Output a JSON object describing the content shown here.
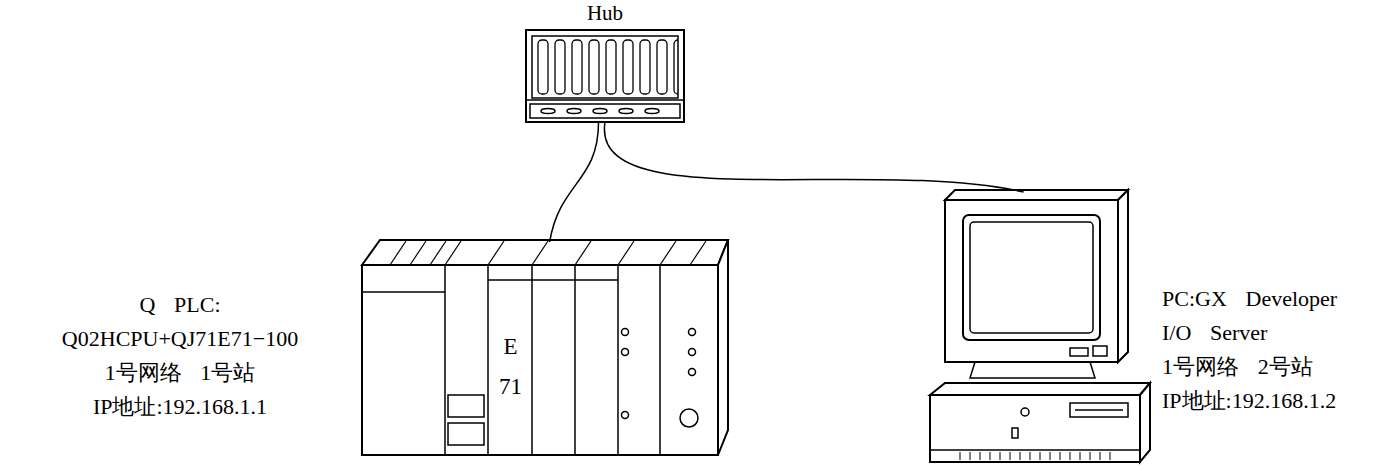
{
  "diagram": {
    "nodes": [
      {
        "text": [
          "Hub"
        ]
      },
      {
        "text": [
          "E71",
          "Q PLC:",
          "Q02HCPU+QJ71E71−100",
          "1号网络 1号站",
          "IP地址:192.168.1.1"
        ]
      },
      {
        "text": [
          "PC:GX Developer",
          "I/O Server",
          "1号网络 2号站",
          "IP地址:192.168.1.2"
        ]
      }
    ],
    "edges": [
      {
        "from": 0,
        "to": 1,
        "arrow": "none"
      },
      {
        "from": 0,
        "to": 2,
        "arrow": "none"
      }
    ]
  }
}
